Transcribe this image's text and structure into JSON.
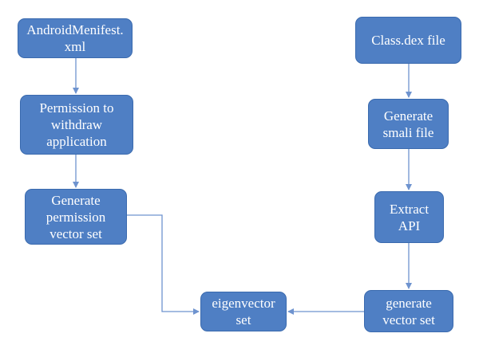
{
  "diagram": {
    "colors": {
      "node_fill": "#4f7fc4",
      "node_border": "#3a6aae",
      "node_text": "#ffffff",
      "edge": "#6e93cf"
    },
    "nodes": {
      "manifest": "AndroidMenifest.\nxml",
      "permission": "Permission to\nwithdraw\napplication",
      "permission_vector": "Generate\npermission\nvector set",
      "eigenvector": "eigenvector\nset",
      "classdex": "Class.dex file",
      "smali": "Generate\nsmali file",
      "extract_api": "Extract\nAPI",
      "generate_vector": "generate\nvector set"
    },
    "edges": [
      {
        "from": "manifest",
        "to": "permission"
      },
      {
        "from": "permission",
        "to": "permission_vector"
      },
      {
        "from": "permission_vector",
        "to": "eigenvector"
      },
      {
        "from": "classdex",
        "to": "smali"
      },
      {
        "from": "smali",
        "to": "extract_api"
      },
      {
        "from": "extract_api",
        "to": "generate_vector"
      },
      {
        "from": "generate_vector",
        "to": "eigenvector"
      }
    ]
  }
}
